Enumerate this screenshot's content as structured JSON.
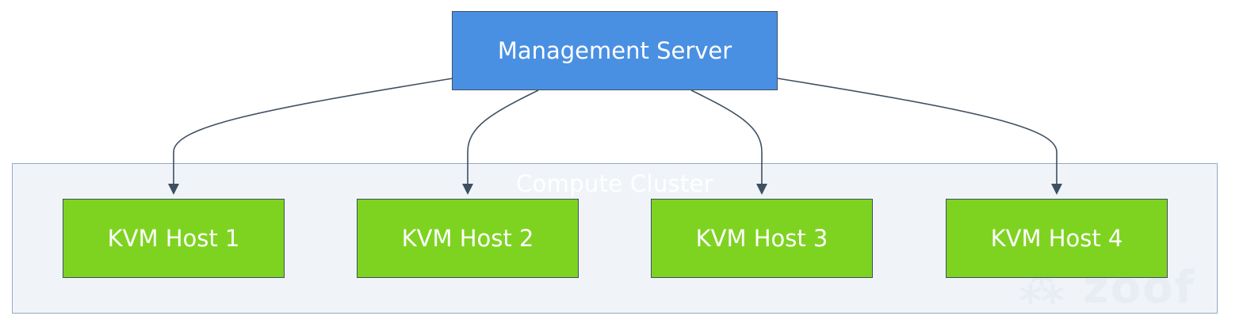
{
  "management_server": {
    "label": "Management Server",
    "color": "#4a90e2"
  },
  "cluster": {
    "title": "Compute Cluster",
    "hosts": [
      {
        "label": "KVM Host 1"
      },
      {
        "label": "KVM Host 2"
      },
      {
        "label": "KVM Host 3"
      },
      {
        "label": "KVM Host 4"
      }
    ],
    "host_color": "#7ed321"
  },
  "edges": [
    {
      "from": "Management Server",
      "to": "KVM Host 1"
    },
    {
      "from": "Management Server",
      "to": "KVM Host 2"
    },
    {
      "from": "Management Server",
      "to": "KVM Host 3"
    },
    {
      "from": "Management Server",
      "to": "KVM Host 4"
    }
  ]
}
